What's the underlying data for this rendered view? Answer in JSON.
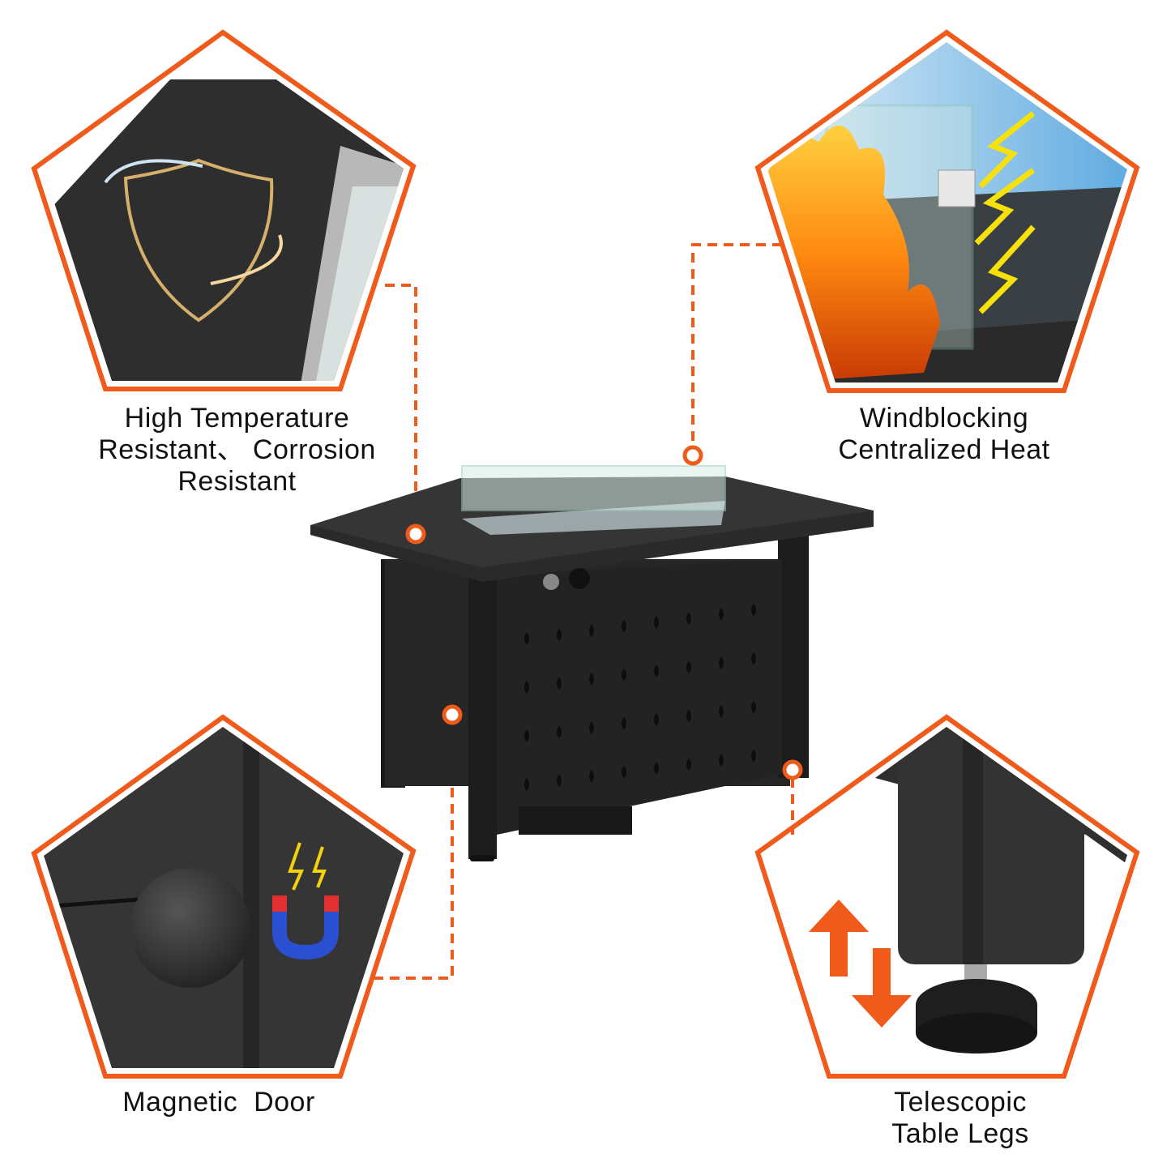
{
  "features": [
    {
      "id": "high-temp",
      "lines": [
        "High Temperature",
        "Resistant、 Corrosion",
        "Resistant"
      ]
    },
    {
      "id": "windblocking",
      "lines": [
        "Windblocking",
        "Centralized Heat"
      ]
    },
    {
      "id": "magnetic-door",
      "lines": [
        "Magnetic  Door"
      ]
    },
    {
      "id": "telescopic-legs",
      "lines": [
        "Telescopic",
        "Table Legs"
      ]
    }
  ],
  "colors": {
    "accent": "#f05a1a",
    "metal": "#2b2b2b",
    "background": "#ffffff"
  }
}
